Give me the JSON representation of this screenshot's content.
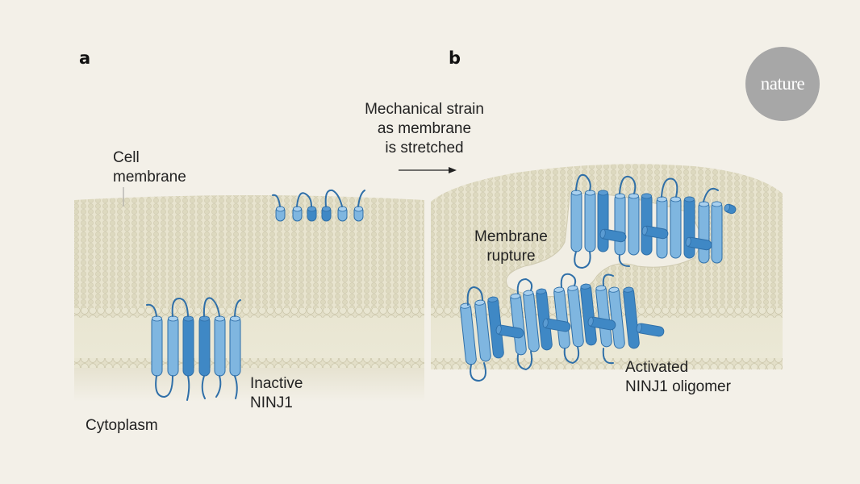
{
  "panels": {
    "a": {
      "label": "a",
      "cell_membrane": "Cell\nmembrane",
      "inactive": "Inactive\nNINJ1",
      "cytoplasm": "Cytoplasm"
    },
    "b": {
      "label": "b",
      "strain": "Mechanical strain\nas membrane\nis stretched",
      "rupture": "Membrane\nrupture",
      "activated": "Activated\nNINJ1 oligomer"
    }
  },
  "logo": {
    "text": "nature"
  },
  "colors": {
    "background": "#f3f0e8",
    "membrane_surface": "#e6e2cc",
    "lipid_head": "#dcd8bc",
    "protein_light": "#7fb6e0",
    "protein_dark": "#3f88c5",
    "protein_outline": "#2f6fa8",
    "loop": "#2f6fa8"
  }
}
